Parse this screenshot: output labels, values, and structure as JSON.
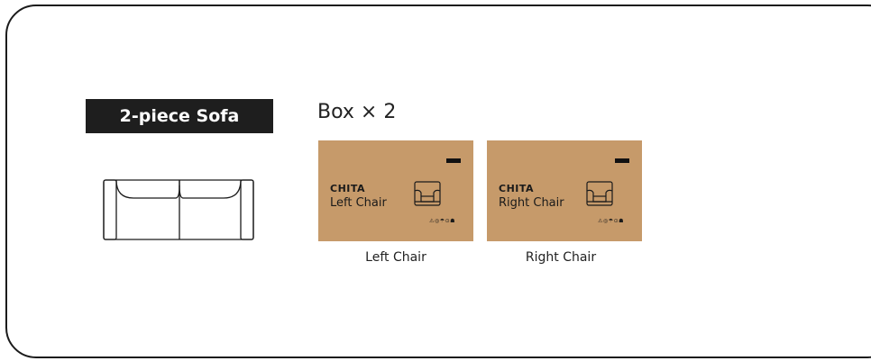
{
  "title": "2-piece Sofa",
  "box_heading": "Box × 2",
  "boxes": [
    {
      "brand": "CHITA",
      "name": "Left Chair",
      "symbols": "⚠◎☂⊙☗",
      "caption": "Left Chair"
    },
    {
      "brand": "CHITA",
      "name": "Right Chair",
      "symbols": "⚠◎☂⊙☗",
      "caption": "Right Chair"
    }
  ],
  "colors": {
    "box": "#c69a6a",
    "badge": "#1e1e1e",
    "line": "#1b1b1b"
  }
}
